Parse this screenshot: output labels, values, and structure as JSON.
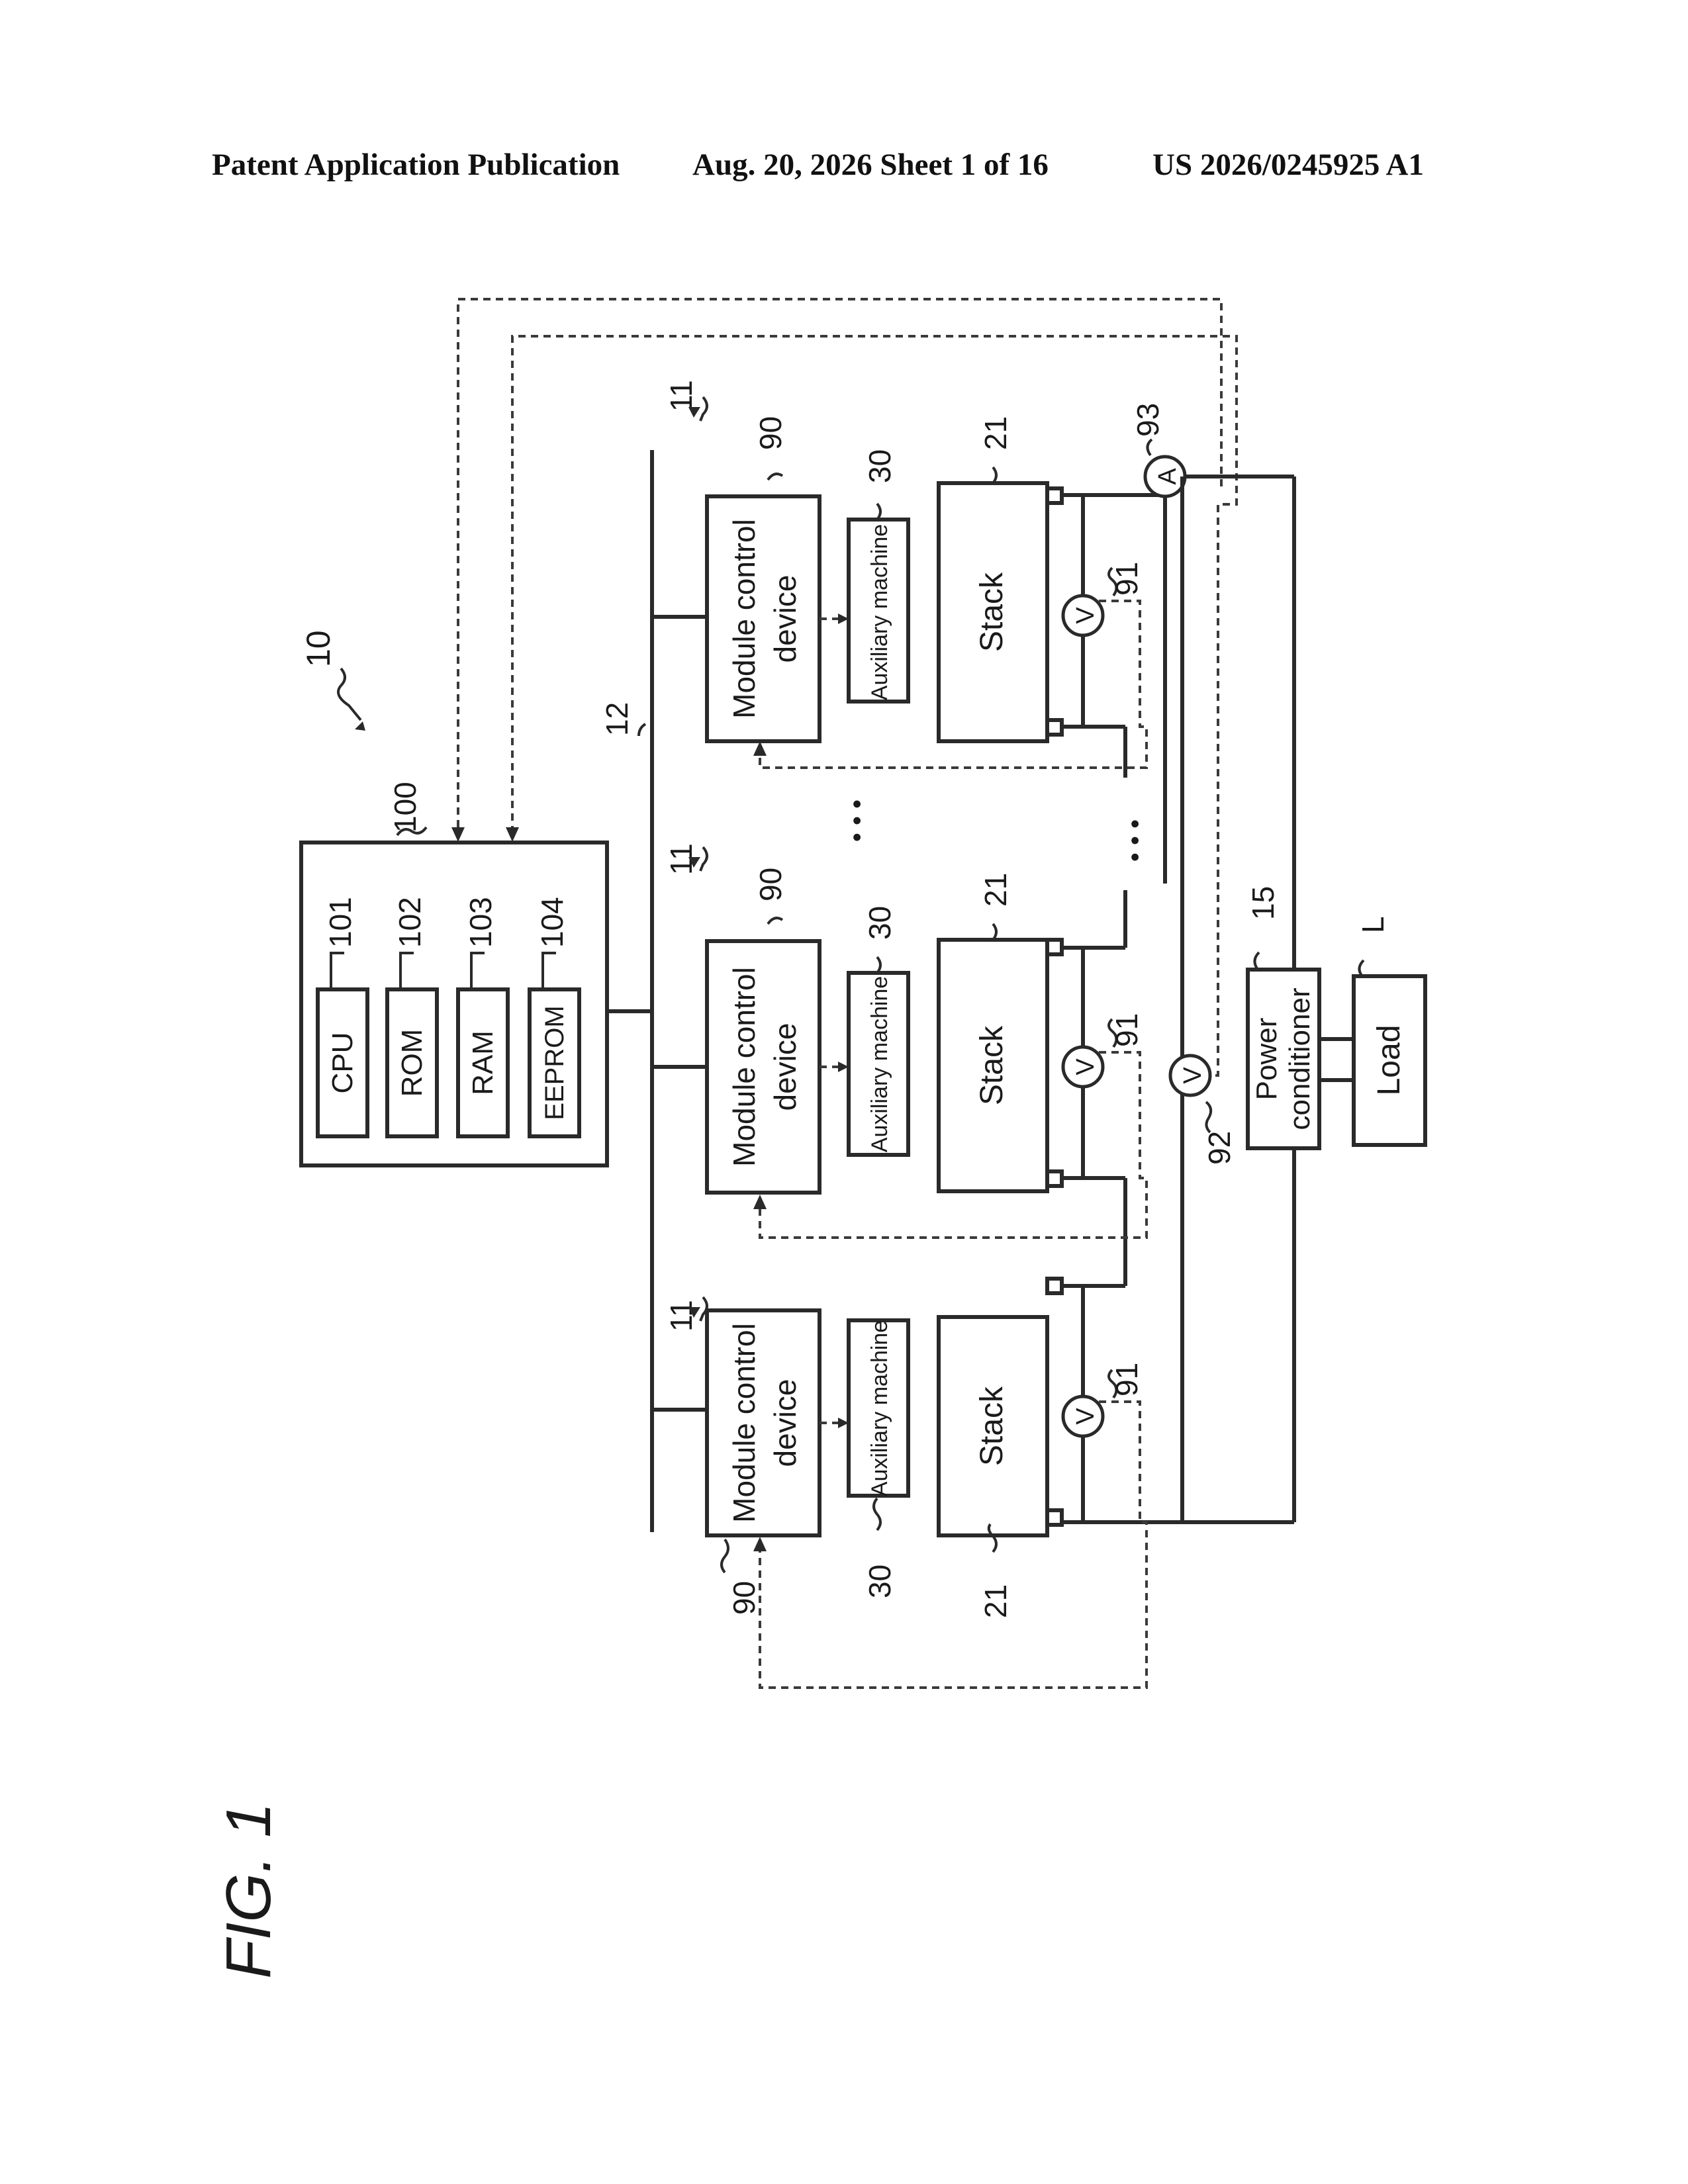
{
  "header": {
    "publication": "Patent Application Publication",
    "date_sheet": "Aug. 20, 2026  Sheet 1 of 16",
    "patent_number": "US 2026/0245925 A1"
  },
  "figure": {
    "title": "FIG. 1",
    "system_ref": "10",
    "controller": {
      "ref": "100",
      "components": [
        {
          "label": "CPU",
          "ref": "101"
        },
        {
          "label": "ROM",
          "ref": "102"
        },
        {
          "label": "RAM",
          "ref": "103"
        },
        {
          "label": "EEPROM",
          "ref": "104"
        }
      ]
    },
    "bus_ref": "12",
    "modules": [
      {
        "ref": "11",
        "control_label_1": "Module control",
        "control_label_2": "device",
        "control_ref": "90",
        "aux_label": "Auxiliary machine",
        "aux_ref": "30",
        "stack_label": "Stack",
        "stack_ref": "21",
        "voltmeter_ref": "91"
      },
      {
        "ref": "11",
        "control_label_1": "Module control",
        "control_label_2": "device",
        "control_ref": "90",
        "aux_label": "Auxiliary machine",
        "aux_ref": "30",
        "stack_label": "Stack",
        "stack_ref": "21",
        "voltmeter_ref": "91"
      },
      {
        "ref": "11",
        "control_label_1": "Module control",
        "control_label_2": "device",
        "control_ref": "90",
        "aux_label": "Auxiliary machine",
        "aux_ref": "30",
        "stack_label": "Stack",
        "stack_ref": "21",
        "voltmeter_ref": "91"
      }
    ],
    "ellipsis": "• • •",
    "voltmeter_symbol": "V",
    "ammeter_symbol": "A",
    "total_voltmeter_ref": "92",
    "ammeter_ref": "93",
    "power_conditioner": {
      "label_1": "Power",
      "label_2": "conditioner",
      "ref": "15"
    },
    "load": {
      "label": "Load",
      "ref": "L"
    }
  }
}
